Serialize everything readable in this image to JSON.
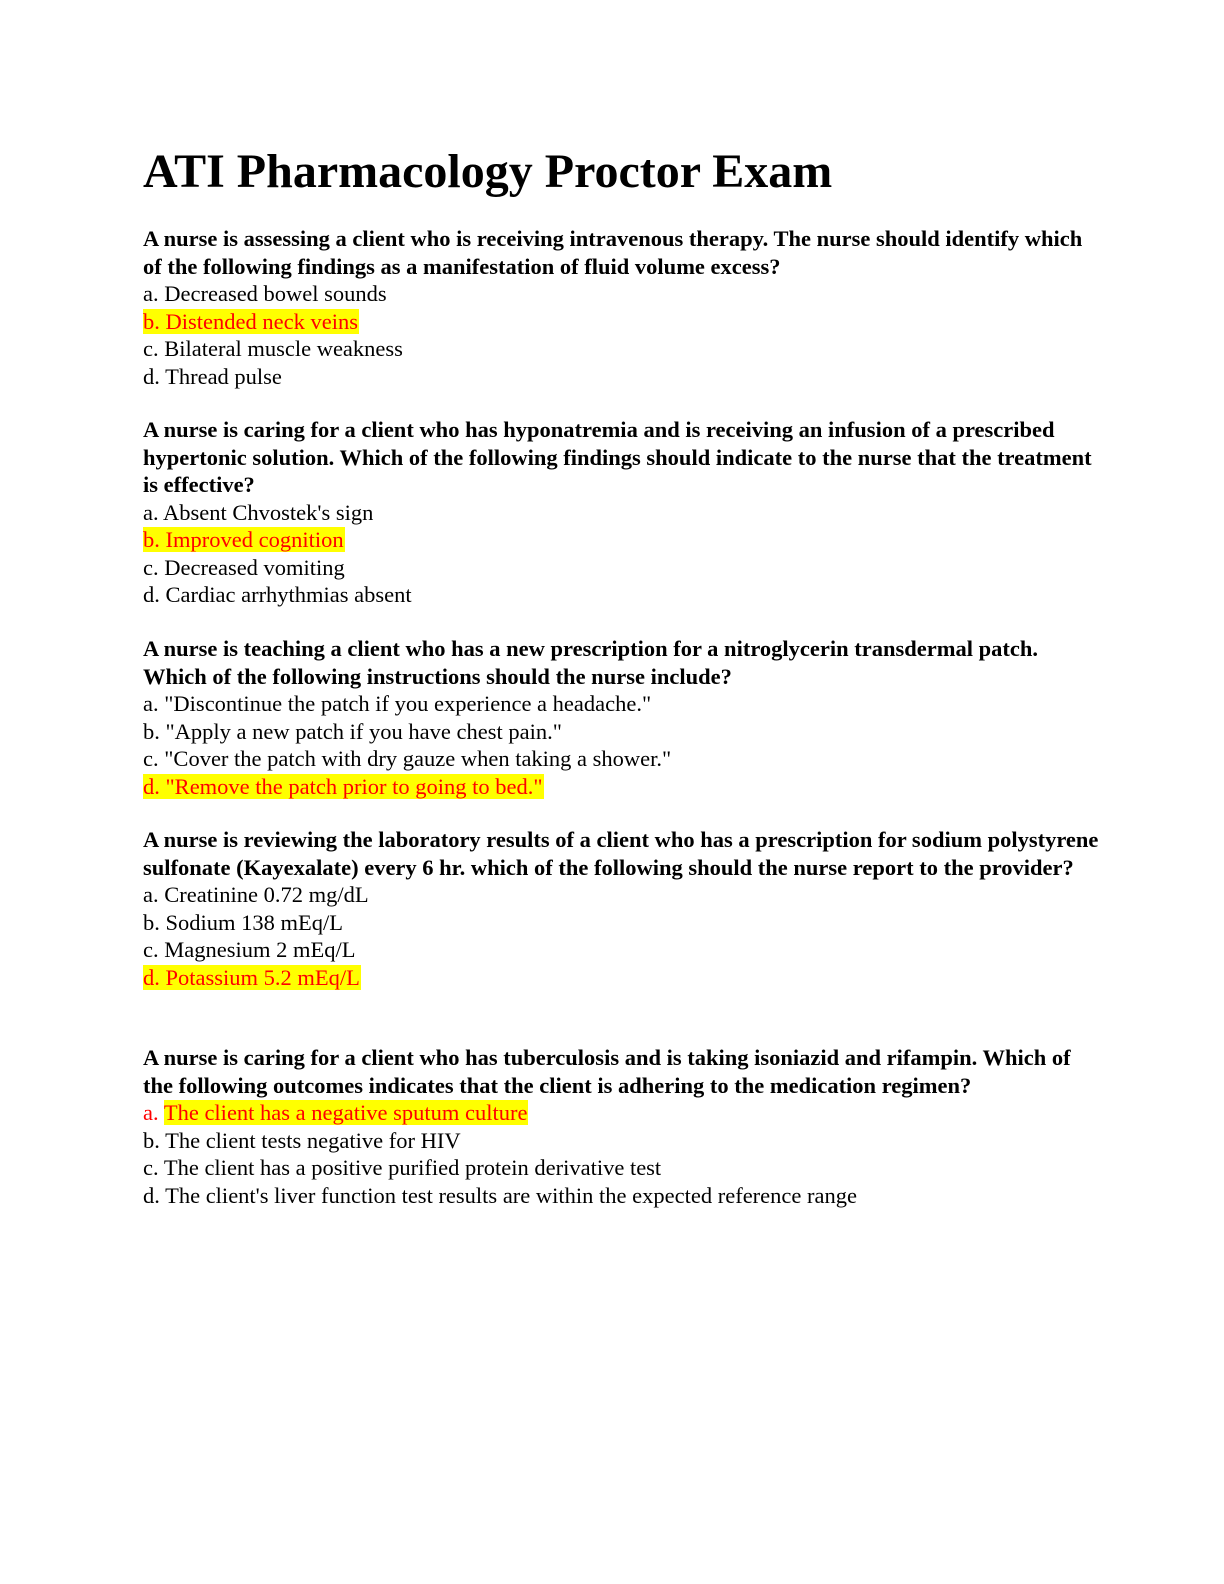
{
  "title": "ATI Pharmacology Proctor Exam",
  "highlight": {
    "background": "#ffff00",
    "text": "#ff0000"
  },
  "questions": [
    {
      "prompt": "A nurse is assessing a client who is receiving intravenous therapy. The nurse should identify which of the following findings as a manifestation of fluid volume excess?",
      "options": [
        {
          "letter": "a.",
          "text": "Decreased bowel sounds",
          "correct": false
        },
        {
          "letter": "b.",
          "text": "Distended neck veins",
          "correct": true
        },
        {
          "letter": "c.",
          "text": "Bilateral muscle weakness",
          "correct": false
        },
        {
          "letter": "d.",
          "text": "Thread pulse",
          "correct": false
        }
      ]
    },
    {
      "prompt": "A nurse is caring for a client who has hyponatremia and is receiving an infusion of a prescribed hypertonic solution. Which of the following findings should indicate to the nurse that the treatment is effective?",
      "options": [
        {
          "letter": "a.",
          "text": "Absent Chvostek's sign",
          "correct": false
        },
        {
          "letter": "b.",
          "text": "Improved cognition",
          "correct": true
        },
        {
          "letter": "c.",
          "text": "Decreased vomiting",
          "correct": false
        },
        {
          "letter": "d.",
          "text": "Cardiac arrhythmias absent",
          "correct": false
        }
      ]
    },
    {
      "prompt": "A nurse is teaching a client who has a new prescription for a nitroglycerin transdermal patch. Which of the following instructions should the nurse include?",
      "options": [
        {
          "letter": "a.",
          "text": "\"Discontinue the patch if you experience a headache.\"",
          "correct": false
        },
        {
          "letter": "b.",
          "text": "\"Apply a new patch if you have chest pain.\"",
          "correct": false
        },
        {
          "letter": "c.",
          "text": "\"Cover the patch with dry gauze when taking a shower.\"",
          "correct": false
        },
        {
          "letter": "d.",
          "text": "\"Remove the patch prior to going to bed.\"",
          "correct": true
        }
      ]
    },
    {
      "prompt": "A nurse is reviewing the laboratory results of a client who has a prescription for sodium polystyrene sulfonate (Kayexalate) every 6 hr. which of the following should the nurse report to the provider?",
      "options": [
        {
          "letter": "a.",
          "text": "Creatinine 0.72 mg/dL",
          "correct": false
        },
        {
          "letter": "b.",
          "text": "Sodium 138 mEq/L",
          "correct": false
        },
        {
          "letter": "c.",
          "text": "Magnesium 2 mEq/L",
          "correct": false
        },
        {
          "letter": "d.",
          "text": "Potassium 5.2 mEq/L",
          "correct": true
        }
      ]
    },
    {
      "prompt": "A nurse is caring for a client who has tuberculosis and is taking isoniazid and rifampin. Which of the following outcomes indicates that the client is adhering to the medication regimen?",
      "options": [
        {
          "letter": "a.",
          "text": "The client has a negative sputum culture",
          "correct": true
        },
        {
          "letter": "b.",
          "text": "The client tests negative for HIV",
          "correct": false
        },
        {
          "letter": "c.",
          "text": "The client has a positive purified protein derivative test",
          "correct": false
        },
        {
          "letter": "d.",
          "text": "The client's liver function test results are within the expected reference range",
          "correct": false
        }
      ]
    }
  ]
}
